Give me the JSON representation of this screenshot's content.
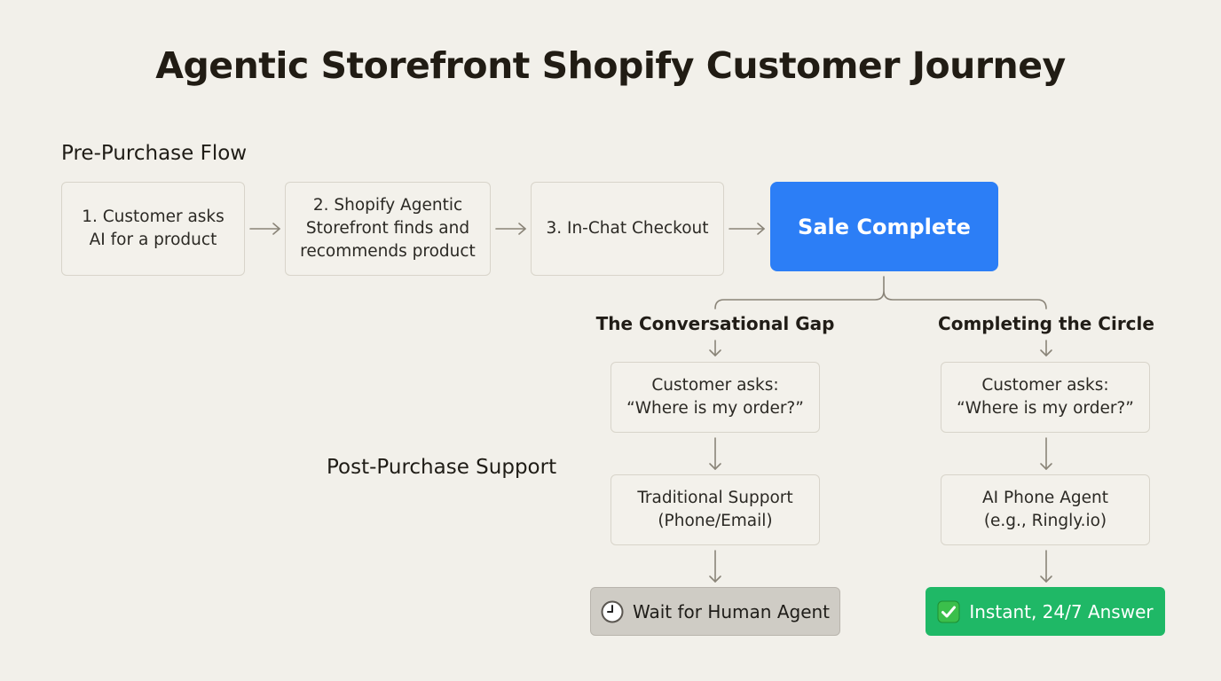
{
  "title": "Agentic Storefront Shopify Customer Journey",
  "pre_purchase": {
    "heading": "Pre-Purchase Flow",
    "steps": [
      "1. Customer asks\nAI for a product",
      "2. Shopify Agentic\nStorefront finds and\nrecommends product",
      "3. In-Chat Checkout"
    ],
    "sale_label": "Sale Complete"
  },
  "post_purchase": {
    "heading": "Post-Purchase Support",
    "left_branch": {
      "title": "The Conversational Gap",
      "question": "Customer asks:\n“Where is my order?”",
      "handler": "Traditional Support\n(Phone/Email)",
      "outcome": "Wait for Human Agent",
      "outcome_icon": "clock-icon"
    },
    "right_branch": {
      "title": "Completing the Circle",
      "question": "Customer asks:\n“Where is my order?”",
      "handler": "AI Phone Agent\n(e.g., Ringly.io)",
      "outcome": "Instant, 24/7 Answer",
      "outcome_icon": "check-icon"
    }
  },
  "colors": {
    "sale_blue": "#2c7ef6",
    "success_green": "#1fb866",
    "wait_gray": "#cfccc5",
    "background": "#f2f0ea",
    "connector": "#8a8478"
  }
}
